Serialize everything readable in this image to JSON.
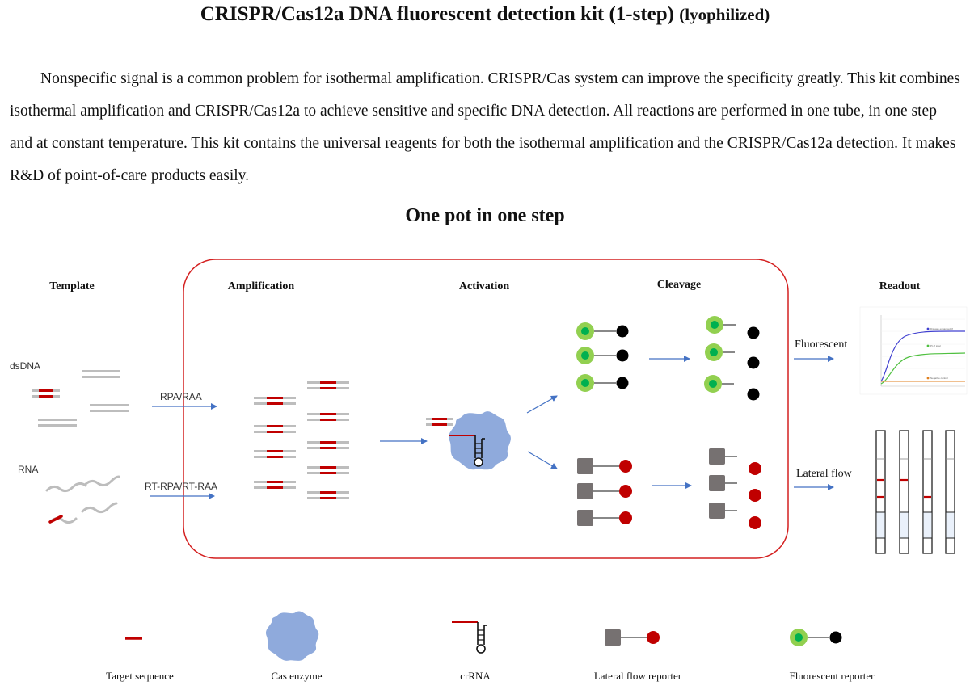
{
  "title": {
    "main": "CRISPR/Cas12a DNA fluorescent detection kit (1-step)",
    "sub": "(lyophilized)"
  },
  "description": "Nonspecific signal is a common problem for isothermal amplification. CRISPR/Cas system can improve the specificity greatly. This kit combines isothermal amplification and CRISPR/Cas12a to achieve sensitive and specific DNA detection. All reactions are performed in one tube, in one step and at constant temperature. This kit contains the universal reagents for both the isothermal amplification and the CRISPR/Cas12a detection. It makes R&D of point-of-care products easily.",
  "section_heading": "One pot in one step",
  "stages": {
    "template": "Template",
    "amplification": "Amplification",
    "activation": "Activation",
    "cleavage": "Cleavage",
    "readout": "Readout"
  },
  "labels": {
    "dsdna": "dsDNA",
    "rna": "RNA",
    "rpa": "RPA/RAA",
    "rtrpa": "RT-RPA/RT-RAA",
    "fluorescent": "Fluorescent",
    "lateral_flow": "Lateral flow"
  },
  "curve_legend": {
    "top": "Disease enhanced cf",
    "mid": "Pt cf total",
    "low": "Negative control"
  },
  "legend": [
    {
      "name": "Target sequence"
    },
    {
      "name": "Cas enzyme"
    },
    {
      "name": "crRNA"
    },
    {
      "name": "Lateral flow reporter"
    },
    {
      "name": "Fluorescent reporter"
    }
  ],
  "colors": {
    "red": "#c00000",
    "frame": "#d42020",
    "gray": "#bdbdbd",
    "arrow": "#4472c4",
    "enzyme": "#8faadc",
    "green": "#92d050",
    "green_dark": "#00b050"
  }
}
